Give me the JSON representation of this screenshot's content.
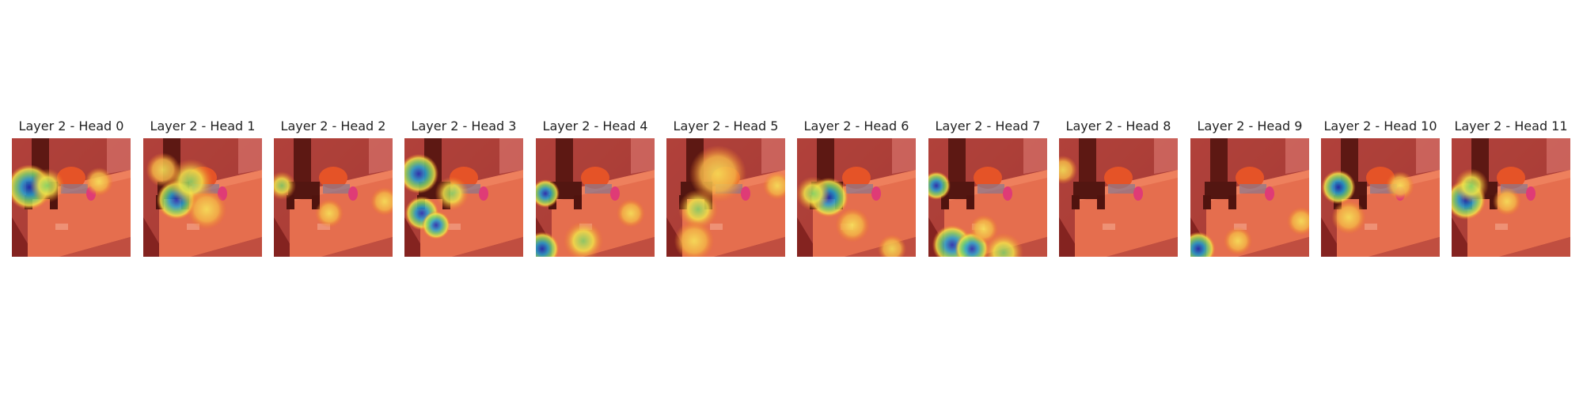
{
  "figure": {
    "panels": [
      {
        "title": "Layer 2 - Head 0"
      },
      {
        "title": "Layer 2 - Head 1"
      },
      {
        "title": "Layer 2 - Head 2"
      },
      {
        "title": "Layer 2 - Head 3"
      },
      {
        "title": "Layer 2 - Head 4"
      },
      {
        "title": "Layer 2 - Head 5"
      },
      {
        "title": "Layer 2 - Head 6"
      },
      {
        "title": "Layer 2 - Head 7"
      },
      {
        "title": "Layer 2 - Head 8"
      },
      {
        "title": "Layer 2 - Head 9"
      },
      {
        "title": "Layer 2 - Head 10"
      },
      {
        "title": "Layer 2 - Head 11"
      }
    ]
  }
}
